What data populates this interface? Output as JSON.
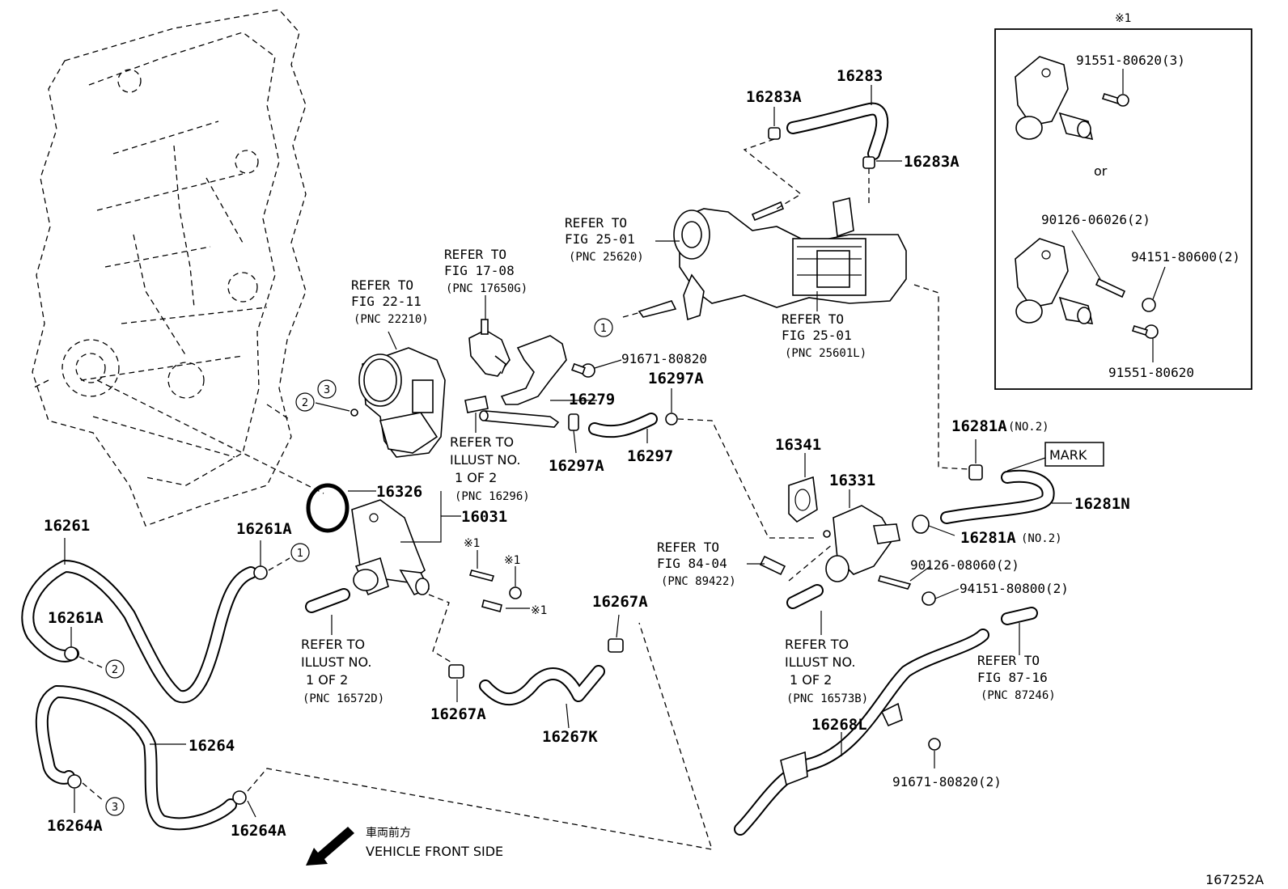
{
  "figure_id": "167252A",
  "labels": {
    "p16283": "16283",
    "p16283A_top": "16283A",
    "p16283A_right": "16283A",
    "p16279": "16279",
    "p16297A_top": "16297A",
    "p16297A_bottom": "16297A",
    "p16297": "16297",
    "p91671_80820": "91671-80820",
    "p16341": "16341",
    "p16331": "16331",
    "p16281A_top": "16281A",
    "p16281A_top_note": "(NO.2)",
    "p16281A_bottom": "16281A",
    "p16281A_bottom_note": "(NO.2)",
    "p16281N": "16281N",
    "mark": "MARK",
    "p16326": "16326",
    "p16031": "16031",
    "p16261": "16261",
    "p16261A_top": "16261A",
    "p16261A_left": "16261A",
    "p16264": "16264",
    "p16264A_left": "16264A",
    "p16264A_right": "16264A",
    "p16267A_top": "16267A",
    "p16267A_bottom": "16267A",
    "p16267K": "16267K",
    "p16268L": "16268L",
    "p90126_08060": "90126-08060(2)",
    "p94151_80800": "94151-80800(2)",
    "p91671_80820_2": "91671-80820(2)",
    "star_mark": "※1"
  },
  "refs": {
    "r25620": [
      "REFER TO",
      "FIG 25-01",
      "(PNC 25620)"
    ],
    "r25601L": [
      "REFER TO",
      "FIG 25-01",
      "(PNC 25601L)"
    ],
    "r17650G": [
      "REFER TO",
      "FIG 17-08",
      "(PNC 17650G)"
    ],
    "r22210": [
      "REFER TO",
      "FIG 22-11",
      "(PNC 22210)"
    ],
    "r16296": [
      "REFER TO",
      "ILLUST NO.",
      "1 OF 2",
      "(PNC 16296)"
    ],
    "r89422": [
      "REFER TO",
      "FIG 84-04",
      "(PNC 89422)"
    ],
    "r16572D": [
      "REFER TO",
      "ILLUST NO.",
      "1 OF 2",
      "(PNC 16572D)"
    ],
    "r16573B": [
      "REFER TO",
      "ILLUST NO.",
      "1 OF 2",
      "(PNC 16573B)"
    ],
    "r87246": [
      "REFER TO",
      "FIG 87-16",
      "(PNC 87246)"
    ]
  },
  "callouts": [
    "1",
    "2",
    "3"
  ],
  "inset": {
    "title": "※1",
    "p91551_80620_3": "91551-80620(3)",
    "or": "or",
    "p90126_06026": "90126-06026(2)",
    "p94151_80600": "94151-80600(2)",
    "p91551_80620": "91551-80620"
  },
  "direction": {
    "japanese": "車両前方",
    "english": "VEHICLE FRONT SIDE",
    "icon": "arrow-down-left-icon"
  }
}
